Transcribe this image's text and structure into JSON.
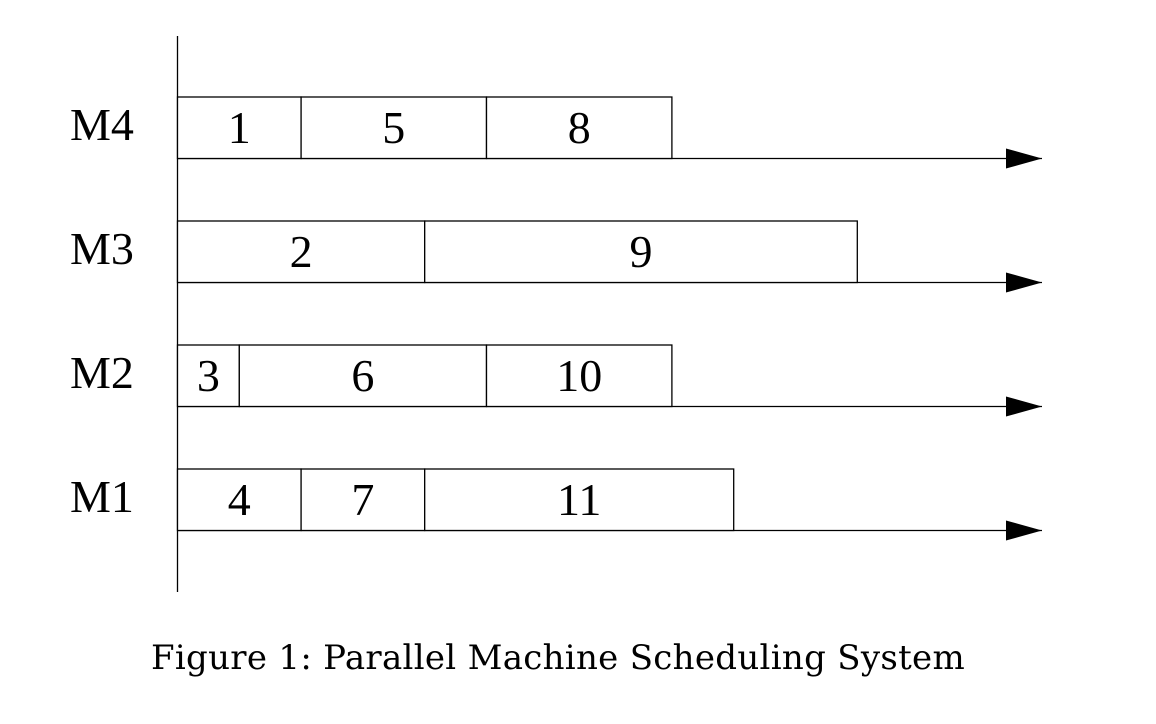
{
  "caption": "Figure 1: Parallel Machine Scheduling System",
  "machines": [
    {
      "label": "M4",
      "jobs": [
        {
          "id": "1",
          "start": 0,
          "end": 2
        },
        {
          "id": "5",
          "start": 2,
          "end": 5
        },
        {
          "id": "8",
          "start": 5,
          "end": 8
        }
      ]
    },
    {
      "label": "M3",
      "jobs": [
        {
          "id": "2",
          "start": 0,
          "end": 4
        },
        {
          "id": "9",
          "start": 4,
          "end": 11
        }
      ]
    },
    {
      "label": "M2",
      "jobs": [
        {
          "id": "3",
          "start": 0,
          "end": 1
        },
        {
          "id": "6",
          "start": 1,
          "end": 5
        },
        {
          "id": "10",
          "start": 5,
          "end": 8
        }
      ]
    },
    {
      "label": "M1",
      "jobs": [
        {
          "id": "4",
          "start": 0,
          "end": 2
        },
        {
          "id": "7",
          "start": 2,
          "end": 4
        },
        {
          "id": "11",
          "start": 4,
          "end": 9
        }
      ]
    }
  ]
}
